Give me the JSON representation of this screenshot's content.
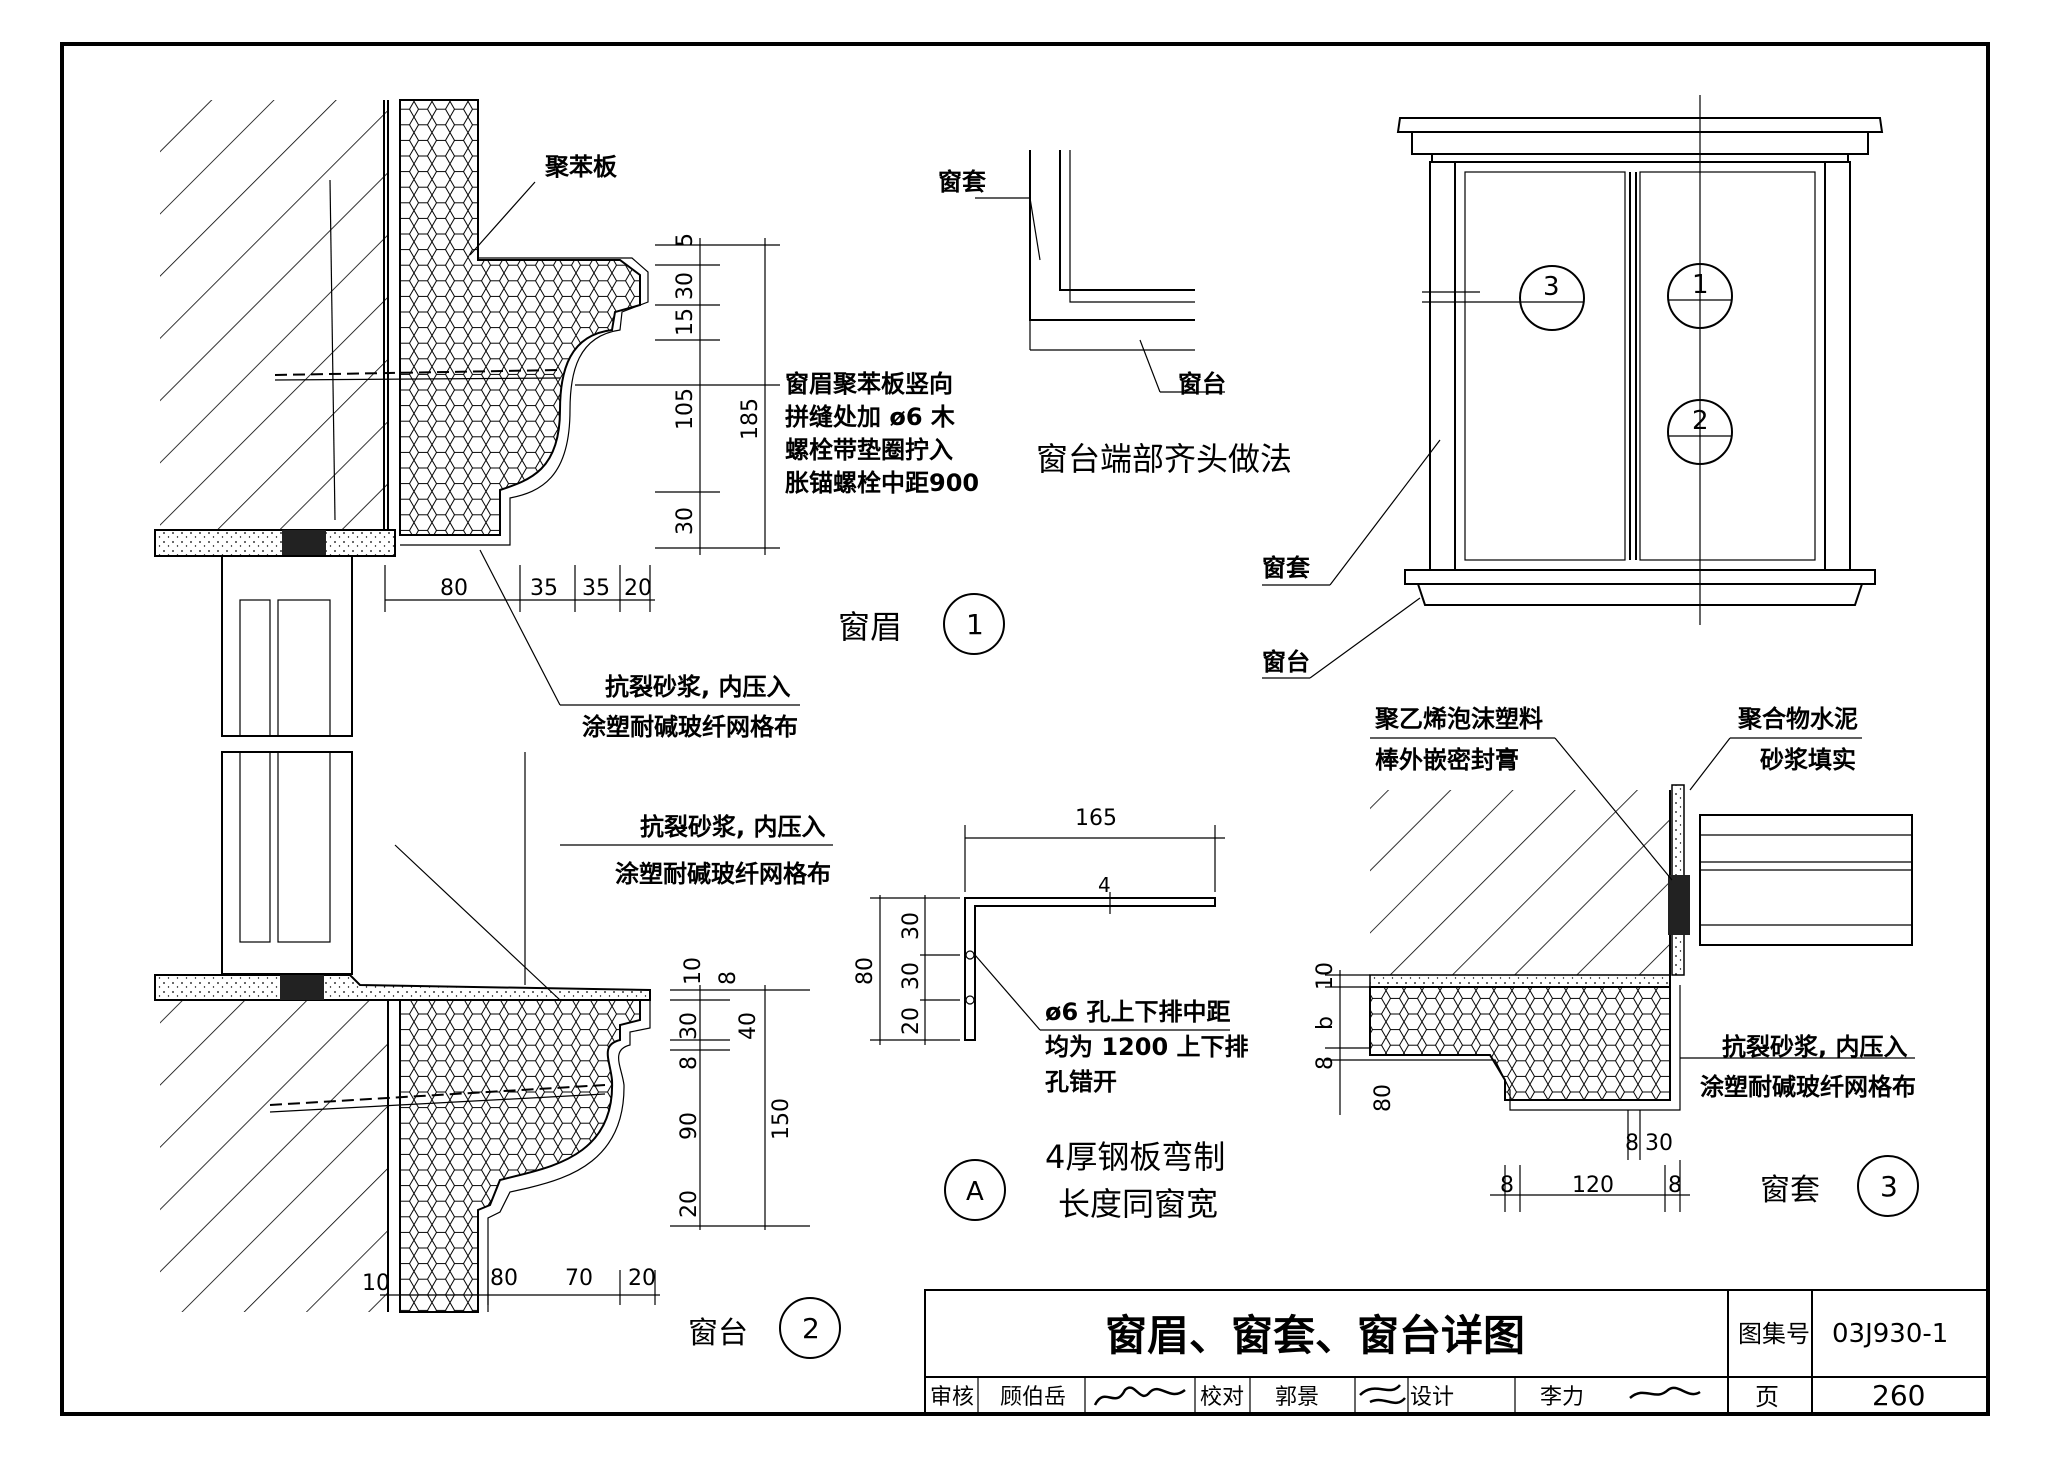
{
  "title_block": {
    "drawing_title": "窗眉、窗套、窗台详图",
    "atlas_label": "图集号",
    "atlas_no": "03J930-1",
    "page_label": "页",
    "page_no": "260",
    "review_label": "审核",
    "reviewer": "顾伯岳",
    "check_label": "校对",
    "checker": "郭景",
    "design_label": "设计",
    "designer": "李力"
  },
  "detail1": {
    "name": "窗眉",
    "index": "1",
    "label_eps": "聚苯板",
    "note_lines": [
      "窗眉聚苯板竖向",
      "拼缝处加 ø6 木",
      "螺栓带垫圈拧入",
      "胀锚螺栓中距900"
    ],
    "mortar_lines": [
      "抗裂砂浆, 内压入",
      "涂塑耐碱玻纤网格布"
    ],
    "dims_v": [
      "5",
      "30",
      "15",
      "105",
      "30",
      "185"
    ],
    "dims_h": [
      "80",
      "35",
      "35",
      "20"
    ]
  },
  "end_detail": {
    "caption": "窗台端部齐头做法",
    "label_surround": "窗套",
    "label_sill": "窗台"
  },
  "elevation": {
    "label_surround": "窗套",
    "label_sill": "窗台",
    "markers": [
      "3",
      "1",
      "2"
    ]
  },
  "detail2": {
    "name": "窗台",
    "index": "2",
    "mortar_lines": [
      "抗裂砂浆, 内压入",
      "涂塑耐碱玻纤网格布"
    ],
    "dims_v": [
      "10",
      "8",
      "30",
      "40",
      "8",
      "90",
      "150",
      "20"
    ],
    "dims_h": [
      "10",
      "80",
      "70",
      "20"
    ]
  },
  "detailA": {
    "index": "A",
    "caption_lines": [
      "4厚钢板弯制",
      "长度同窗宽"
    ],
    "note_lines": [
      "ø6 孔上下排中距",
      "均为 1200 上下排",
      "孔错开"
    ],
    "dims": [
      "165",
      "4",
      "30",
      "30",
      "20",
      "80"
    ]
  },
  "detail3": {
    "name": "窗套",
    "index": "3",
    "label_foam": [
      "聚乙烯泡沫塑料",
      "棒外嵌密封膏"
    ],
    "label_polymer": [
      "聚合物水泥",
      "砂浆填实"
    ],
    "mortar_lines": [
      "抗裂砂浆, 内压入",
      "涂塑耐碱玻纤网格布"
    ],
    "dims_v": [
      "10",
      "b",
      "8",
      "80"
    ],
    "dims_h": [
      "8",
      "30",
      "8",
      "120",
      "8"
    ]
  }
}
